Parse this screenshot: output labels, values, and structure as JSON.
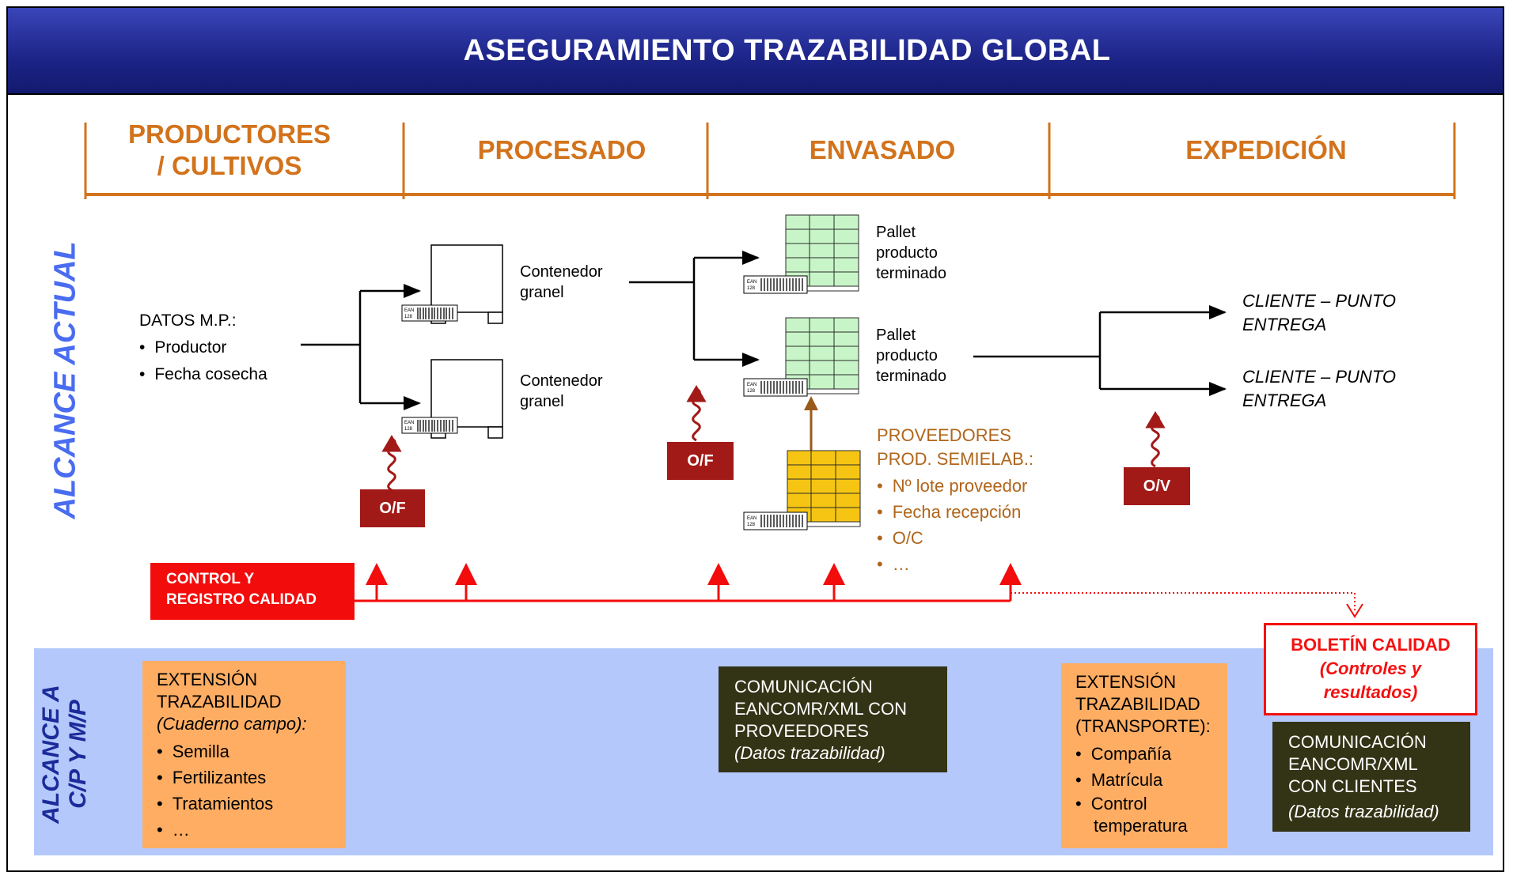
{
  "title": "ASEGURAMIENTO TRAZABILIDAD GLOBAL",
  "stages": [
    "PRODUCTORES / CULTIVOS",
    "PROCESADO",
    "ENVASADO",
    "EXPEDICIÓN"
  ],
  "stage1_line1": "PRODUCTORES",
  "stage1_line2": "/ CULTIVOS",
  "side_label_actual": "ALCANCE ACTUAL",
  "side_label_cp_1": "ALCANCE A",
  "side_label_cp_2": "C/P Y M/P",
  "datos_mp": {
    "heading": "DATOS M.P.:",
    "items": [
      "Productor",
      "Fecha cosecha"
    ]
  },
  "contenedor_1": [
    "Contenedor",
    "granel"
  ],
  "contenedor_2": [
    "Contenedor",
    "granel"
  ],
  "pallet_1": [
    "Pallet",
    "producto",
    "terminado"
  ],
  "pallet_2": [
    "Pallet",
    "producto",
    "terminado"
  ],
  "ean_label": "EAN 128",
  "of_label": "O/F",
  "ov_label": "O/V",
  "proveedores": {
    "heading_1": "PROVEEDORES",
    "heading_2": "PROD. SEMIELAB.:",
    "items": [
      "Nº lote proveedor",
      "Fecha recepción",
      "O/C",
      "…"
    ]
  },
  "client_1": [
    "CLIENTE – PUNTO",
    "ENTREGA"
  ],
  "client_2": [
    "CLIENTE – PUNTO",
    "ENTREGA"
  ],
  "control": [
    "CONTROL Y",
    "REGISTRO CALIDAD"
  ],
  "boletin": {
    "title": "BOLETÍN CALIDAD",
    "sub_1": "(Controles y",
    "sub_2": "resultados)"
  },
  "ext_cuaderno": {
    "line_1": "EXTENSIÓN",
    "line_2": "TRAZABILIDAD",
    "line_3": "(Cuaderno campo):",
    "items": [
      "Semilla",
      "Fertilizantes",
      "Tratamientos",
      "…"
    ]
  },
  "com_proveedores": {
    "line_1": "COMUNICACIÓN",
    "line_2": "EANCOMR/XML CON",
    "line_3": "PROVEEDORES",
    "line_4": "(Datos trazabilidad)"
  },
  "ext_transporte": {
    "line_1": "EXTENSIÓN",
    "line_2": "TRAZABILIDAD",
    "line_3": "(TRANSPORTE):",
    "items": [
      "Compañía",
      "Matrícula",
      "Control",
      "temperatura"
    ]
  },
  "com_clientes": {
    "line_1": "COMUNICACIÓN",
    "line_2": "EANCOMR/XML",
    "line_3": "CON CLIENTES",
    "line_4": "(Datos trazabilidad)"
  },
  "colors": {
    "title_bg": "#1c2487",
    "stage_header": "#d2731c",
    "side_label": "#4a6cf0",
    "red": "#f30c0c",
    "dark_red": "#a21a17",
    "orange_box": "#ffad63",
    "dark_box": "#333316",
    "band": "#b4c8fb",
    "pallet_green": "#c8f5c8",
    "pallet_yellow": "#f6c514"
  }
}
